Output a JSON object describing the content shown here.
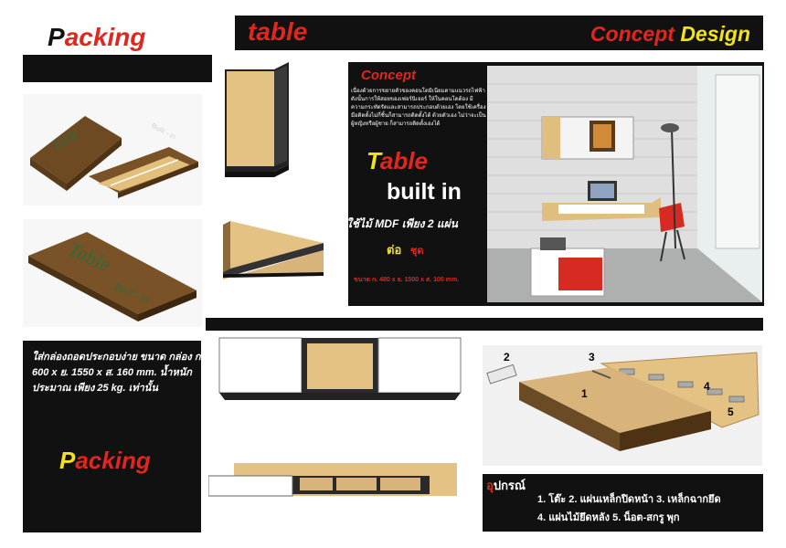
{
  "header": {
    "packing_first": "P",
    "packing_rest": "acking",
    "table_label": "table",
    "concept_word": "Concept",
    "design_word": "Design"
  },
  "concept": {
    "heading": "Concept",
    "body": "เนื่องด้วยการขยายตัวของคอนโดมิเนียมตามแนวรถไฟฟ้า ดังนั้นการให้สอยของเฟอร์นิเจอร์ ให้ในคอนโดต้อง มีความกระทัดรัดและสามารถประกอบด้วยเอง โดยใช้เครื่องมือติดตั้งไม่กี่ชิ้นก็สามารถติดตั้งได้ ด้วยตัวเอง ไม่ว่าจะเป็นผู้หญิงหรือผู้ชาย ก็สามารถติดตั้งเองได้",
    "title_T": "T",
    "title_rest": "able",
    "built_in": "built in",
    "mdf": "ใช้ไม้ MDF เพียง 2 แผ่น",
    "per_a": "ต่อ",
    "per_b": "ชุด",
    "size": "ขนาด ก. 480 x ย. 1500 x ส. 100 mm."
  },
  "packing_box": {
    "text": "ใส่กล่องถอดประกอบง่าย ขนาด กล่อง ก. 600 x ย. 1550 x ส. 160 mm. น้ำหนักประมาณ เพียง 25 kg. เท่านั้น",
    "label_first": "P",
    "label_rest": "acking"
  },
  "parts": {
    "callouts": [
      "1",
      "2",
      "3",
      "4",
      "5"
    ],
    "heading_first": "อุ",
    "heading_rest": "ปกรณ์",
    "line1": "1. โต๊ะ 2. แผ่นเหล็กปิดหน้า 3. เหล็กฉากยึด",
    "line2": "4. แผ่นไม้ยึดหลัง 5. น็อต-สกรู พุก"
  },
  "colors": {
    "accent_red": "#e0261f",
    "accent_yellow": "#f2e21a",
    "black": "#111111",
    "wood": "#d9b47a",
    "dark_wood": "#6b4a26"
  }
}
